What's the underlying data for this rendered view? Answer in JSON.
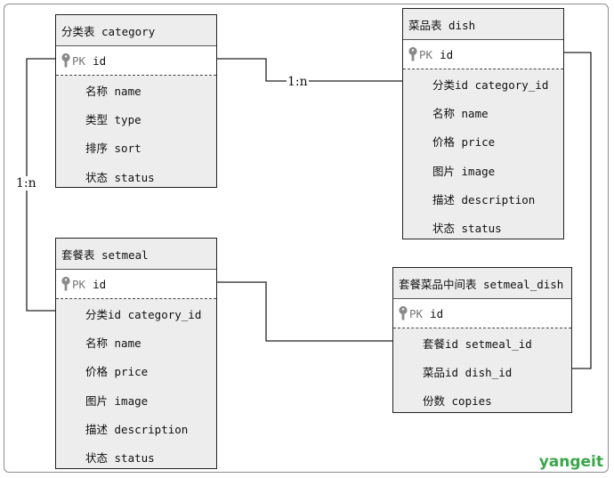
{
  "entities": {
    "category": {
      "title": "分类表 category",
      "pk_label": "PK",
      "pk_field": "id",
      "fields": [
        "名称 name",
        "类型 type",
        "排序 sort",
        "状态 status"
      ]
    },
    "dish": {
      "title": "菜品表 dish",
      "pk_label": "PK",
      "pk_field": "id",
      "fields": [
        "分类id category_id",
        "名称 name",
        "价格 price",
        "图片 image",
        "描述 description",
        "状态 status"
      ]
    },
    "setmeal": {
      "title": "套餐表 setmeal",
      "pk_label": "PK",
      "pk_field": "id",
      "fields": [
        "分类id category_id",
        "名称 name",
        "价格 price",
        "图片 image",
        "描述 description",
        "状态 status"
      ]
    },
    "setmeal_dish": {
      "title": "套餐菜品中间表 setmeal_dish",
      "pk_label": "PK",
      "pk_field": "id",
      "fields": [
        "套餐id setmeal_id",
        "菜品id dish_id",
        "份数 copies"
      ]
    }
  },
  "relations": {
    "category_dish": "1:n",
    "category_setmeal": "1:n"
  },
  "logo_text": "yangeit"
}
